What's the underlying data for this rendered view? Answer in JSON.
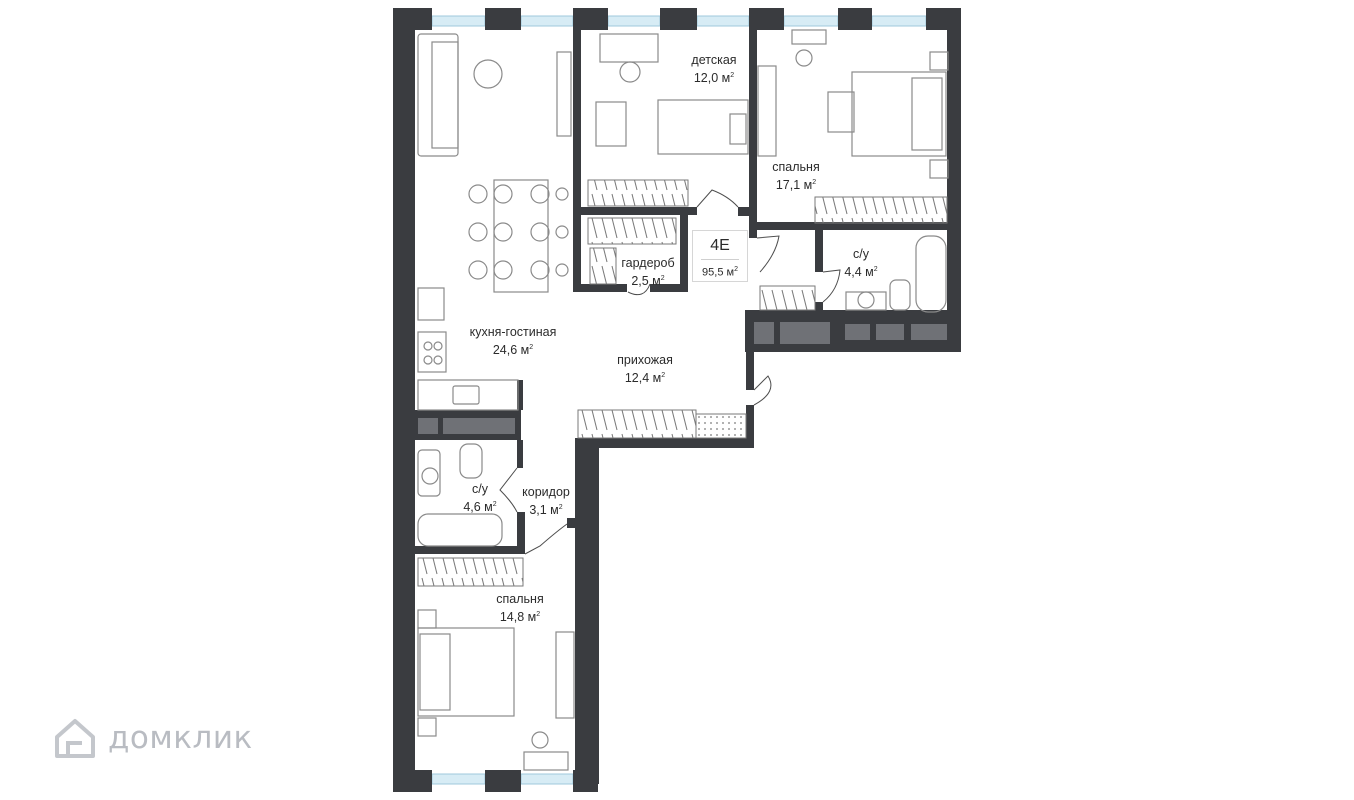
{
  "plan": {
    "unit_code": "4Е",
    "unit_area": "95,5 м",
    "area_sup": "2",
    "rooms": [
      {
        "id": "kids",
        "name": "детская",
        "area": "12,0 м"
      },
      {
        "id": "bedroom1",
        "name": "спальня",
        "area": "17,1 м"
      },
      {
        "id": "wardrobe",
        "name": "гардероб",
        "area": "2,5 м"
      },
      {
        "id": "bath1",
        "name": "с/у",
        "area": "4,4 м"
      },
      {
        "id": "kitchen",
        "name": "кухня-гостиная",
        "area": "24,6 м"
      },
      {
        "id": "hall",
        "name": "прихожая",
        "area": "12,4 м"
      },
      {
        "id": "bath2",
        "name": "с/у",
        "area": "4,6 м"
      },
      {
        "id": "corridor",
        "name": "коридор",
        "area": "3,1 м"
      },
      {
        "id": "bedroom2",
        "name": "спальня",
        "area": "14,8 м"
      }
    ]
  },
  "brand": {
    "name": "домклик",
    "icon": "house-logo-icon",
    "color": "#b9bcc2"
  },
  "colors": {
    "wall": "#3a3c40",
    "window": "#bfe0ee",
    "furniture": "#8a8a8a",
    "label": "#2b2b2b"
  }
}
